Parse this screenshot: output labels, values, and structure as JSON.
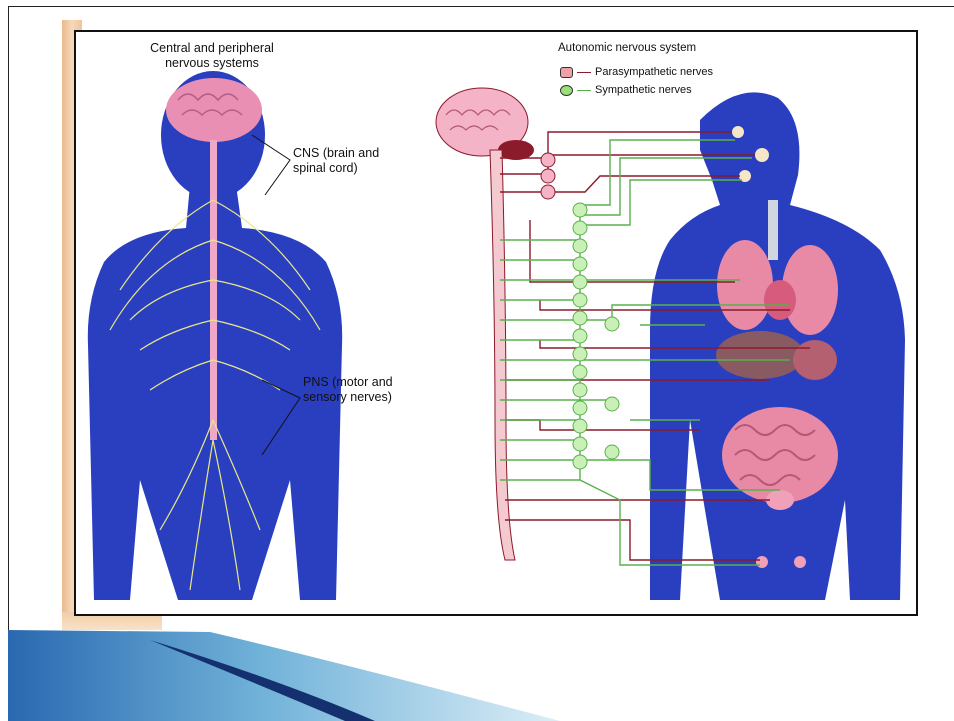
{
  "figure": {
    "left_title_line1": "Central and peripheral",
    "left_title_line2": "nervous systems",
    "cns_line1": "CNS (brain and",
    "cns_line2": "spinal cord)",
    "pns_line1": "PNS (motor and",
    "pns_line2": "sensory nerves)",
    "right_title": "Autonomic nervous system",
    "legend": [
      {
        "label": "Parasympathetic nerves",
        "color": "#f0a0a8"
      },
      {
        "label": "Sympathetic nerves",
        "color": "#9be07a"
      }
    ]
  },
  "colors": {
    "body_blue": "#2a3fc0",
    "brain_pink": "#e98fb3",
    "spine_pink": "#f4c9cf",
    "parasympathetic_line": "#8b1a2b",
    "sympathetic_line": "#59b04d",
    "nerve_yellow": "#e9e88a",
    "organ_pink": "#e88aa6",
    "organ_dark": "#8a5a63",
    "swoosh_blue": "#1c3b88",
    "swoosh_light": "#b9d8ea",
    "texture_orange": "#f0c8a0"
  }
}
